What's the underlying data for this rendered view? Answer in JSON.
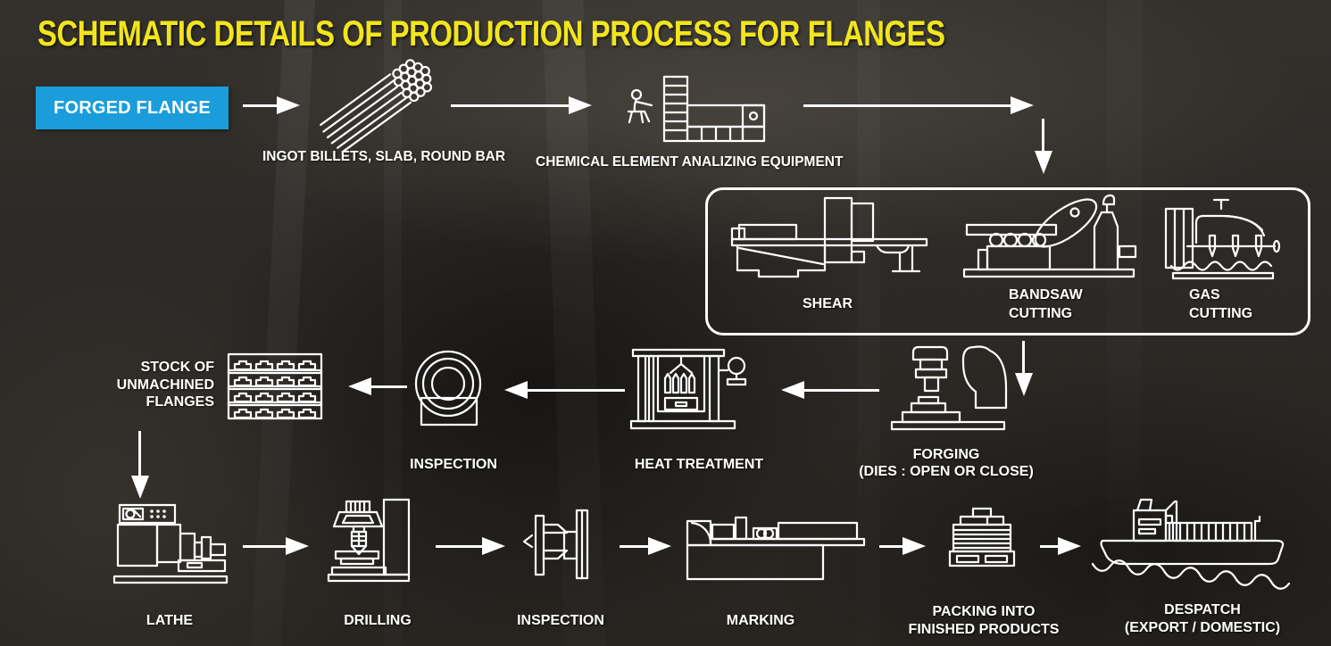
{
  "title": "SCHEMATIC DETAILS OF PRODUCTION PROCESS FOR FLANGES",
  "colors": {
    "title_yellow": "#f2e51c",
    "start_box_blue": "#1a9dda",
    "diagram_white": "#ffffff",
    "background_dark": "#2e2b28"
  },
  "nodes": {
    "start": {
      "label": "FORGED FLANGE"
    },
    "ingot": {
      "label": "INGOT BILLETS, SLAB, ROUND BAR"
    },
    "chemical": {
      "label": "CHEMICAL ELEMENT ANALIZING EQUIPMENT"
    },
    "shear": {
      "label": "SHEAR"
    },
    "bandsaw": {
      "line1": "BANDSAW",
      "line2": "CUTTING"
    },
    "gas": {
      "line1": "GAS",
      "line2": "CUTTING"
    },
    "forging": {
      "line1": "FORGING",
      "line2": "(DIES : OPEN OR CLOSE)"
    },
    "heat_treatment": {
      "label": "HEAT TREATMENT"
    },
    "inspection_1": {
      "label": "INSPECTION"
    },
    "stock": {
      "line1": "STOCK OF",
      "line2": "UNMACHINED",
      "line3": "FLANGES"
    },
    "lathe": {
      "label": "LATHE"
    },
    "drilling": {
      "label": "DRILLING"
    },
    "inspection_2": {
      "label": "INSPECTION"
    },
    "marking": {
      "label": "MARKING"
    },
    "packing": {
      "line1": "PACKING INTO",
      "line2": "FINISHED PRODUCTS"
    },
    "despatch": {
      "line1": "DESPATCH",
      "line2": "(EXPORT / DOMESTIC)"
    }
  }
}
